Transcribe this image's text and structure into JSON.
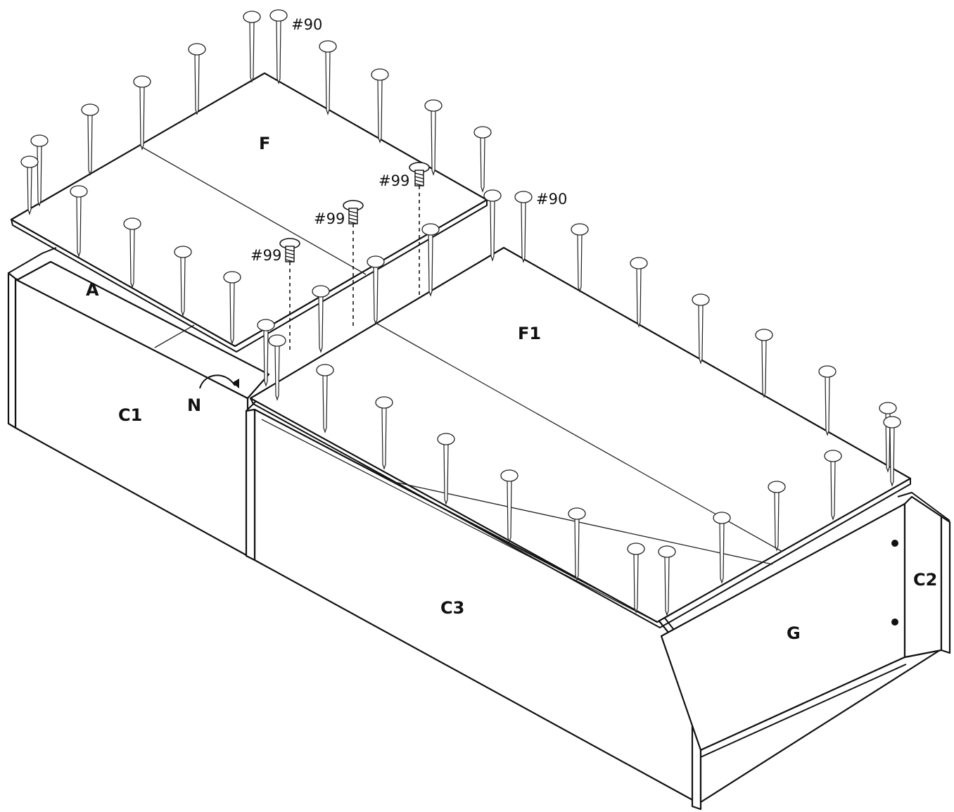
{
  "parts": {
    "A": "A",
    "F": "F",
    "F1": "F1",
    "C1": "C1",
    "C2": "C2",
    "C3": "C3",
    "G": "G",
    "N": "N"
  },
  "hardware": {
    "nail_top": "#90",
    "nail_right": "#90",
    "screw_1": "#99",
    "screw_2": "#99",
    "screw_3": "#99"
  }
}
